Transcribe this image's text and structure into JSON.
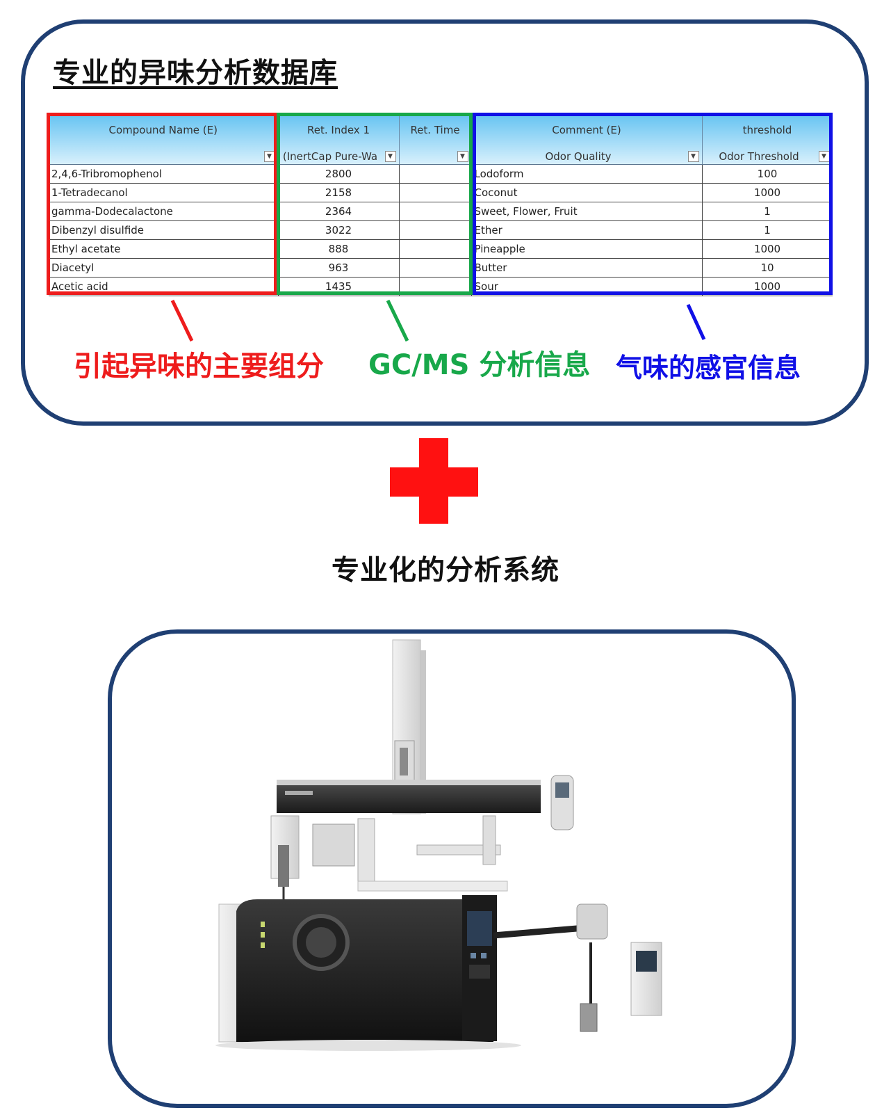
{
  "database_panel": {
    "title": "专业的异味分析数据库",
    "table": {
      "columns": [
        {
          "line1": "Compound Name (E)",
          "line2": "",
          "filter": true
        },
        {
          "line1": "Ret. Index 1",
          "line2": "(InertCap Pure-Wa",
          "filter": true
        },
        {
          "line1": "Ret. Time",
          "line2": "",
          "filter": true
        },
        {
          "line1": "Comment (E)",
          "line2": "Odor Quality",
          "filter": true
        },
        {
          "line1": "threshold",
          "line2": "Odor Threshold",
          "filter": true
        }
      ],
      "rows": [
        {
          "compound": "2,4,6-Tribromophenol",
          "ri": "2800",
          "rt": "",
          "odor": "Lodoform",
          "threshold": "100"
        },
        {
          "compound": "1-Tetradecanol",
          "ri": "2158",
          "rt": "",
          "odor": "Coconut",
          "threshold": "1000"
        },
        {
          "compound": "gamma-Dodecalactone",
          "ri": "2364",
          "rt": "",
          "odor": "Sweet, Flower, Fruit",
          "threshold": "1"
        },
        {
          "compound": "Dibenzyl disulfide",
          "ri": "3022",
          "rt": "",
          "odor": "Ether",
          "threshold": "1"
        },
        {
          "compound": "Ethyl acetate",
          "ri": "888",
          "rt": "",
          "odor": "Pineapple",
          "threshold": "1000"
        },
        {
          "compound": "Diacetyl",
          "ri": "963",
          "rt": "",
          "odor": "Butter",
          "threshold": "10"
        },
        {
          "compound": "Acetic acid",
          "ri": "1435",
          "rt": "",
          "odor": "Sour",
          "threshold": "1000"
        }
      ]
    },
    "groups": {
      "compounds": {
        "label": "引起异味的主要组分",
        "color": "#ee1c1c"
      },
      "gcms": {
        "label": "GC/MS 分析信息",
        "color": "#18a84a"
      },
      "sensory": {
        "label": "气味的感官信息",
        "color": "#1010e6"
      }
    }
  },
  "connector": {
    "symbol": "plus-icon",
    "color": "#ff1111"
  },
  "system_panel": {
    "title": "专业化的分析系统",
    "image": "gcms-instrument-with-autosampler"
  },
  "colors": {
    "panel_border": "#1f3f73",
    "header_top": "#68c4f2",
    "header_bottom": "#d8f0fc"
  }
}
